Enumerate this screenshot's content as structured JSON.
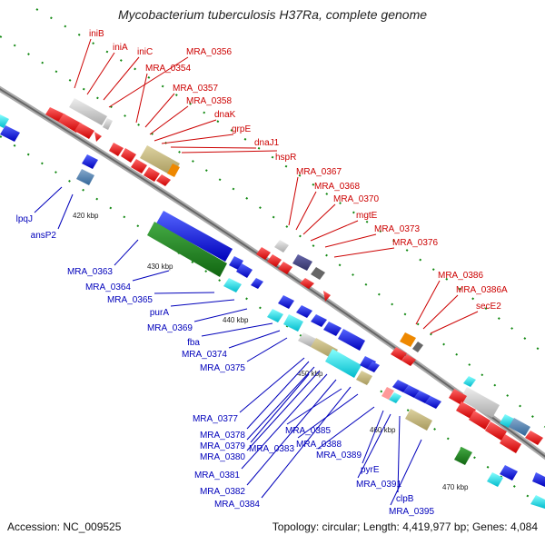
{
  "title": "Mycobacterium tuberculosis H37Ra, complete genome",
  "accession_text": "Accession: NC_009525",
  "summary_text": "Topology: circular; Length: 4,419,977 bp; Genes: 4,084",
  "colors": {
    "forward_label": "#cc0000",
    "reverse_label": "#0000bb",
    "forward_gene": "#ee0000",
    "reverse_gene": "#0000dd",
    "backbone": "#888888",
    "tick": "#118811"
  },
  "ticks": [
    "420 kbp",
    "430 kbp",
    "440 kbp",
    "450 kbp",
    "460 kbp",
    "470 kbp"
  ],
  "forward_labels": [
    "iniB",
    "iniA",
    "iniC",
    "MRA_0356",
    "MRA_0354",
    "MRA_0357",
    "MRA_0358",
    "dnaK",
    "grpE",
    "dnaJ1",
    "hspR",
    "MRA_0367",
    "MRA_0368",
    "MRA_0370",
    "mgtE",
    "MRA_0373",
    "MRA_0376",
    "MRA_0386",
    "MRA_0386A",
    "secE2"
  ],
  "reverse_labels": [
    "lpqJ",
    "ansP2",
    "MRA_0363",
    "MRA_0364",
    "MRA_0365",
    "purA",
    "MRA_0369",
    "fba",
    "MRA_0374",
    "MRA_0375",
    "MRA_0377",
    "MRA_0378",
    "MRA_0379",
    "MRA_0380",
    "MRA_0381",
    "MRA_0382",
    "MRA_0384",
    "MRA_0383",
    "MRA_0385",
    "MRA_0388",
    "MRA_0389",
    "pyrE",
    "MRA_0391",
    "clpB",
    "MRA_0395"
  ]
}
